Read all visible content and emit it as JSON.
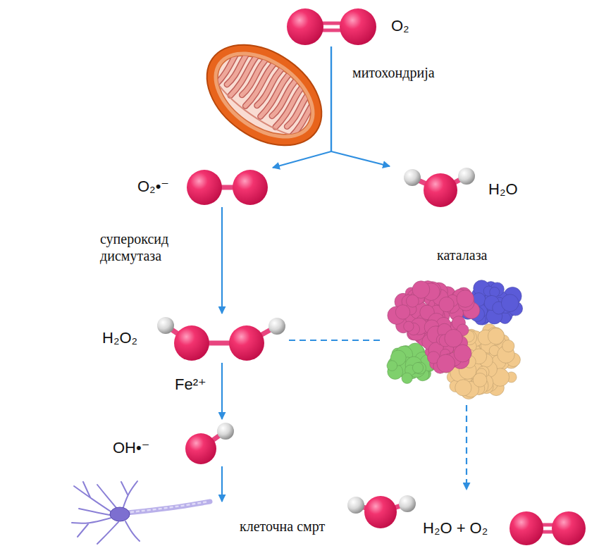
{
  "diagram": {
    "nodes": [
      {
        "text": [
          "O₂"
        ]
      },
      {
        "text": [
          "O₂•⁻"
        ]
      },
      {
        "text": [
          "H₂O"
        ]
      },
      {
        "text": [
          "каталаза"
        ]
      },
      {
        "text": [
          "H₂O₂"
        ]
      },
      {
        "text": [
          "OH•⁻"
        ]
      },
      {
        "text": [
          "клеточна смрт"
        ]
      },
      {
        "text": [
          "H₂O + O₂"
        ]
      }
    ],
    "edges": [
      {
        "from": 0,
        "to": 1,
        "arrow": "to",
        "label": "митохондрија"
      },
      {
        "from": 0,
        "to": 2,
        "arrow": "to"
      },
      {
        "from": 1,
        "to": 4,
        "arrow": "to",
        "label": "супероксид дисмутаза"
      },
      {
        "from": 4,
        "to": 5,
        "arrow": "to",
        "label": "Fe²⁺"
      },
      {
        "from": 5,
        "to": 6,
        "arrow": "to"
      },
      {
        "from": 4,
        "to": 3,
        "arrow": "none"
      },
      {
        "from": 3,
        "to": 7,
        "arrow": "to"
      }
    ]
  }
}
